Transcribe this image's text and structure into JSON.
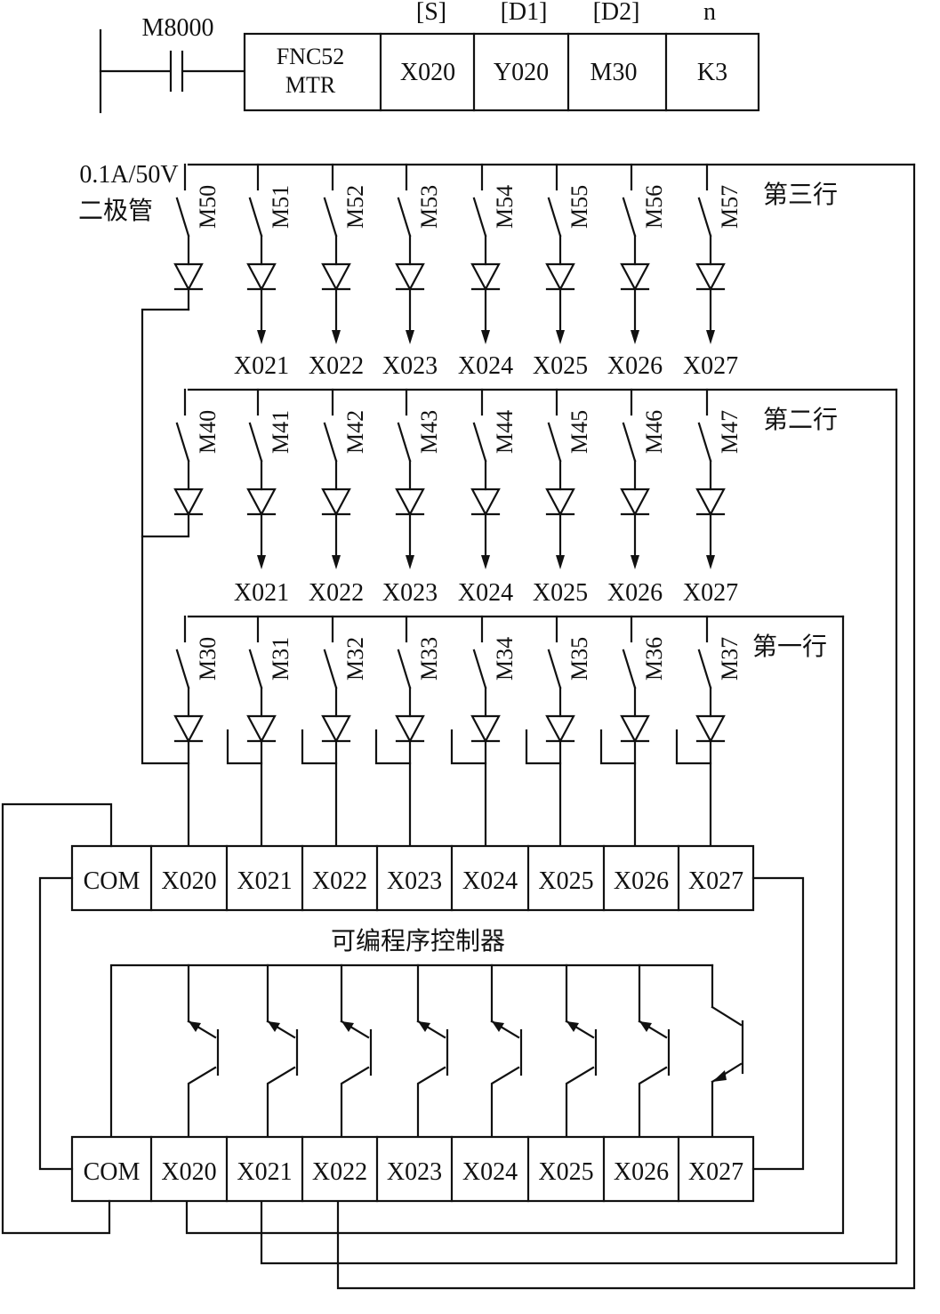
{
  "instruction": {
    "contact": "M8000",
    "operand_headers": [
      "[S]",
      "[D1]",
      "[D2]",
      "n"
    ],
    "function_lines": [
      "FNC52",
      "MTR"
    ],
    "operands": [
      "X020",
      "Y020",
      "M30",
      "K3"
    ]
  },
  "diode_note": [
    "0.1A/50V",
    "二极管"
  ],
  "rows": [
    {
      "name": "第三行",
      "contacts": [
        "M50",
        "M51",
        "M52",
        "M53",
        "M54",
        "M55",
        "M56",
        "M57"
      ]
    },
    {
      "name": "第二行",
      "contacts": [
        "M40",
        "M41",
        "M42",
        "M43",
        "M44",
        "M45",
        "M46",
        "M47"
      ]
    },
    {
      "name": "第一行",
      "contacts": [
        "M30",
        "M31",
        "M32",
        "M33",
        "M34",
        "M35",
        "M36",
        "M37"
      ]
    }
  ],
  "row_inputs": [
    "X021",
    "X022",
    "X023",
    "X024",
    "X025",
    "X026",
    "X027"
  ],
  "controller_label": "可编程序控制器",
  "input_terminals": [
    "COM",
    "X020",
    "X021",
    "X022",
    "X023",
    "X024",
    "X025",
    "X026",
    "X027"
  ],
  "output_terminals": [
    "COM",
    "X020",
    "X021",
    "X022",
    "X023",
    "X024",
    "X025",
    "X026",
    "X027"
  ]
}
